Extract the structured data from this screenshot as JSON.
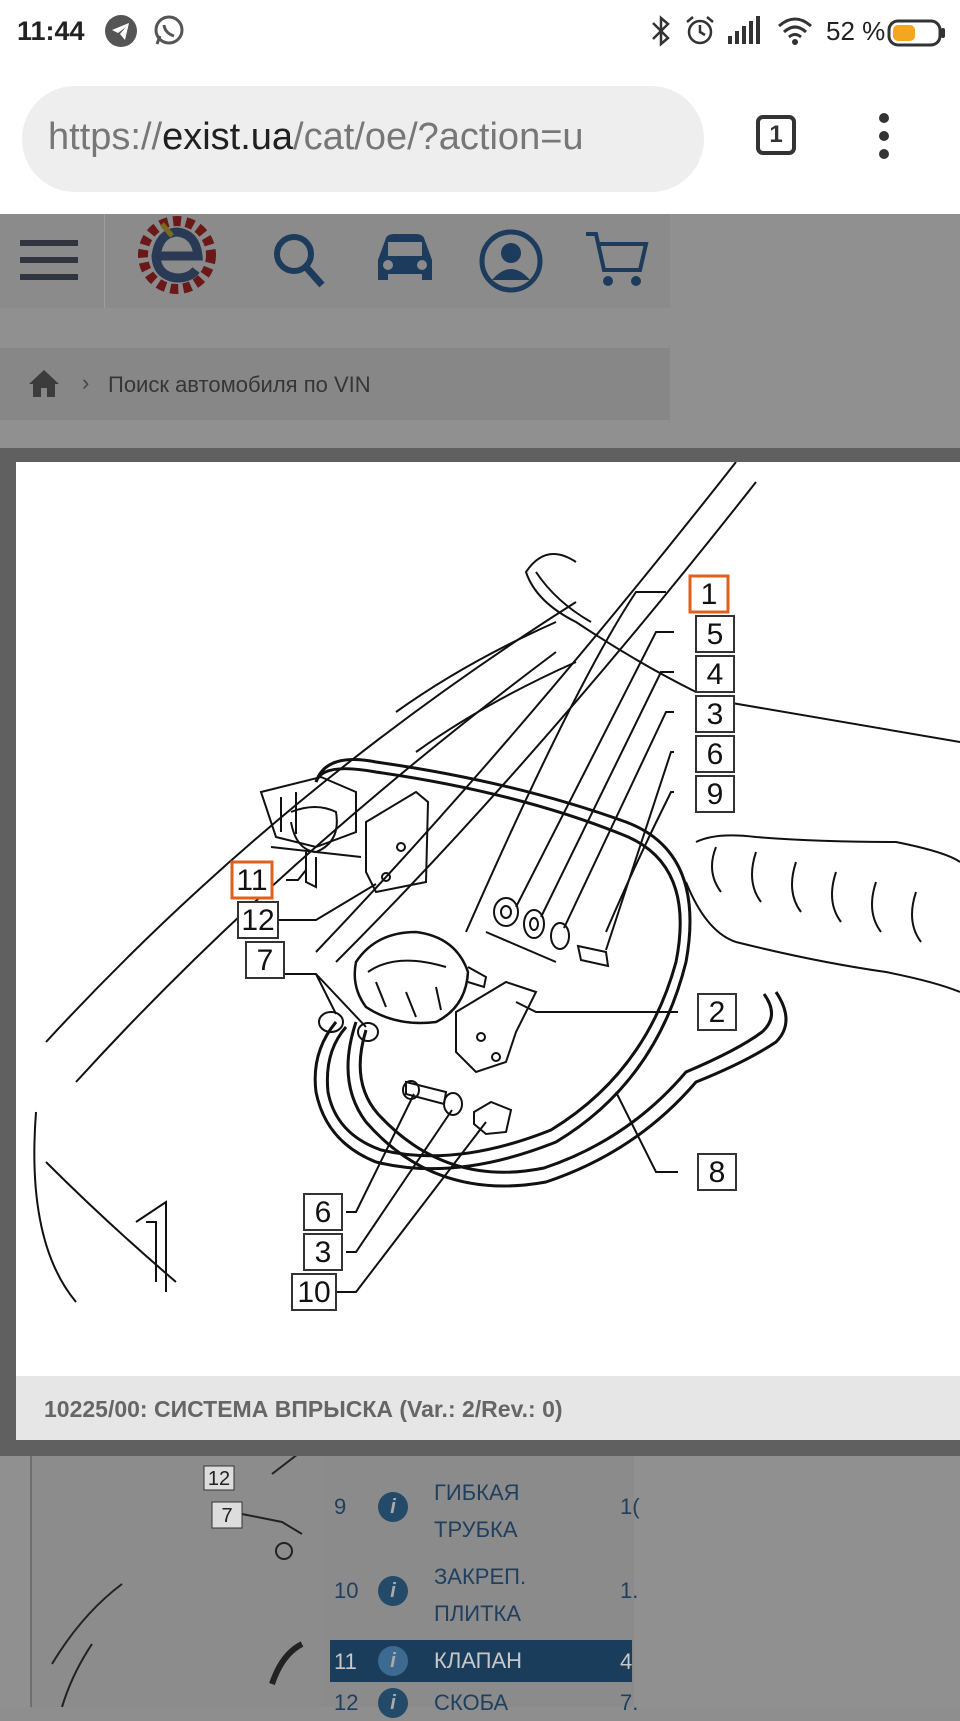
{
  "status": {
    "time": "11:44",
    "battery_percent": "52 %",
    "icons": [
      "telegram-icon",
      "whatsapp-icon",
      "bluetooth-icon",
      "alarm-icon",
      "signal-icon",
      "wifi-icon",
      "battery-icon"
    ]
  },
  "browser": {
    "url_prefix": "https://",
    "url_domain": "exist.ua",
    "url_path": "/cat/oe/?action=u",
    "tab_count": "1"
  },
  "site": {
    "header_icons": [
      "menu-icon",
      "exist-logo",
      "search-icon",
      "car-icon",
      "account-icon",
      "cart-icon"
    ],
    "breadcrumb": "Поиск автомобиля по VIN"
  },
  "diagram": {
    "caption": "10225/00: СИСТЕМА ВПРЫСКА (Var.: 2/Rev.: 0)",
    "callouts": {
      "c1": "1",
      "c5": "5",
      "c4": "4",
      "c3": "3",
      "c6": "6",
      "c9": "9",
      "c11": "11",
      "c12": "12",
      "c7": "7",
      "c2": "2",
      "c8": "8",
      "c6b": "6",
      "c3b": "3",
      "c10": "10"
    },
    "highlighted": [
      "1",
      "11"
    ],
    "highlight_color": "#e0601e"
  },
  "background_table": {
    "partial_top": "ТРУБКА",
    "rows": [
      {
        "num": "9",
        "name1": "ГИБКАЯ",
        "name2": "ТРУБКА",
        "qty": "1("
      },
      {
        "num": "10",
        "name1": "ЗАКРЕП.",
        "name2": "ПЛИТКА",
        "qty": "1."
      },
      {
        "num": "11",
        "name1": "КЛАПАН",
        "name2": "",
        "qty": "4"
      },
      {
        "num": "12",
        "name1": "СКОБА",
        "name2": "",
        "qty": "7."
      }
    ],
    "left_callouts": {
      "c12": "12",
      "c7": "7"
    }
  }
}
